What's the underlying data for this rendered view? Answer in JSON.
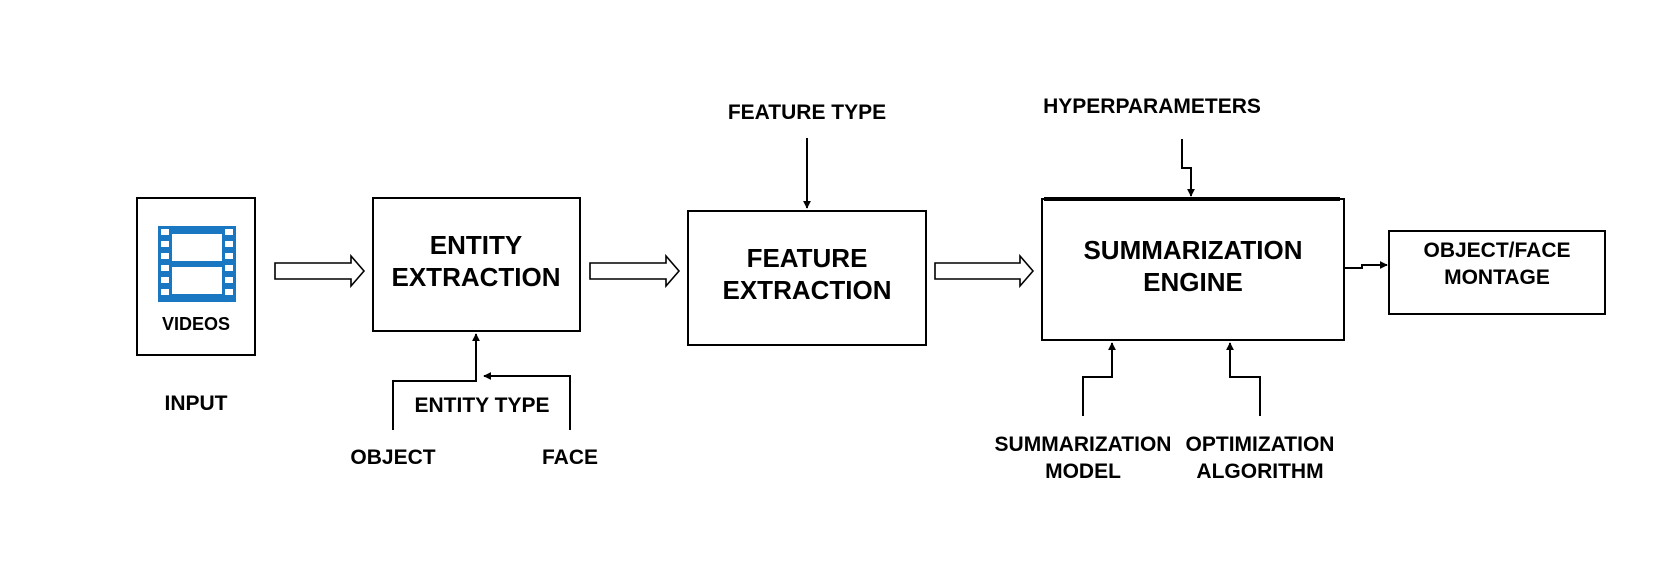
{
  "input": {
    "icon": "film-icon",
    "icon_color": "#1a78c2",
    "box_label": "VIDEOS",
    "caption": "INPUT"
  },
  "entity_extraction": {
    "line1": "ENTITY",
    "line2": "EXTRACTION",
    "input_label": "ENTITY TYPE",
    "options": [
      "OBJECT",
      "FACE"
    ]
  },
  "feature_extraction": {
    "line1": "FEATURE",
    "line2": "EXTRACTION",
    "input_label": "FEATURE TYPE"
  },
  "summarization_engine": {
    "line1": "SUMMARIZATION",
    "line2": "ENGINE",
    "top_input": "HYPERPARAMETERS",
    "bottom_inputs": [
      {
        "line1": "SUMMARIZATION",
        "line2": "MODEL"
      },
      {
        "line1": "OPTIMIZATION",
        "line2": "ALGORITHM"
      }
    ]
  },
  "output": {
    "line1": "OBJECT/FACE",
    "line2": "MONTAGE"
  }
}
